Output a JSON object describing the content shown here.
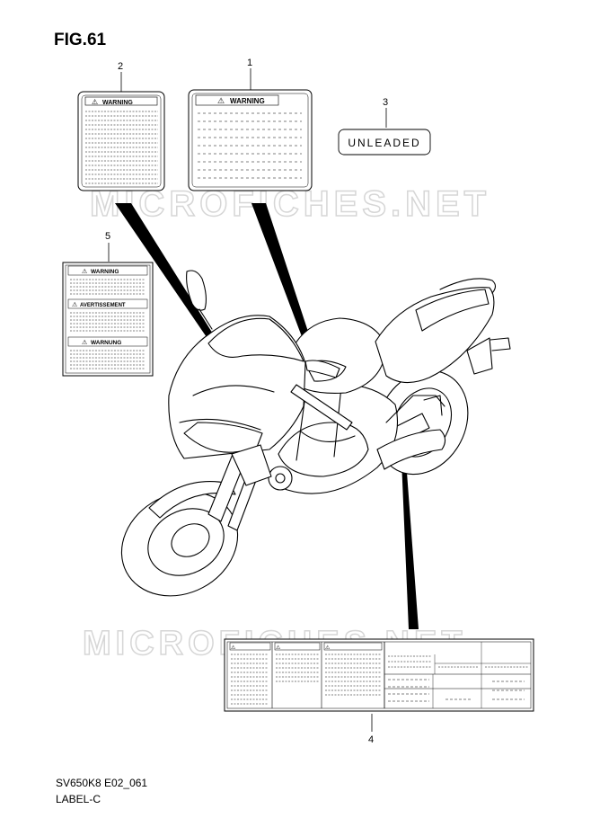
{
  "figure": {
    "title": "FIG.61"
  },
  "footer": {
    "code": "SV650K8 E02_061",
    "name": "LABEL-C"
  },
  "watermark": {
    "text": "MICROFICHES.NET"
  },
  "callouts": [
    {
      "number": "1",
      "label": "WARNING"
    },
    {
      "number": "2",
      "label": "WARNING"
    },
    {
      "number": "3",
      "label": "UNLEADED"
    },
    {
      "number": "4",
      "label": ""
    },
    {
      "number": "5",
      "labels": [
        "WARNING",
        "AVERTISSEMENT",
        "WARNUNG"
      ]
    }
  ]
}
